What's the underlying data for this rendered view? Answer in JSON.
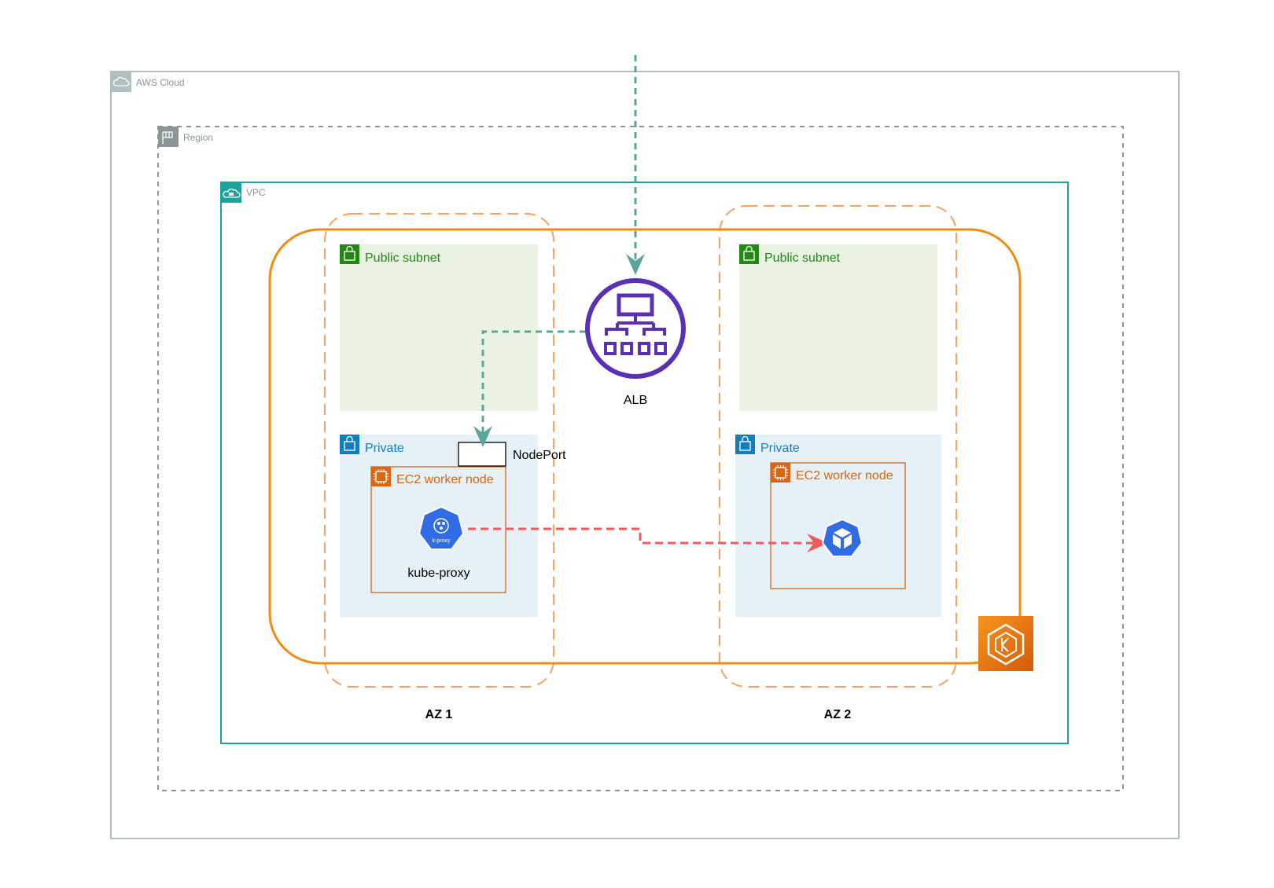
{
  "containers": {
    "aws_cloud": "AWS Cloud",
    "region": "Region",
    "vpc": "VPC"
  },
  "subnets": {
    "az1_public": "Public subnet",
    "az1_private": "Private",
    "az2_public": "Public subnet",
    "az2_private": "Private"
  },
  "nodes": {
    "az1_ec2": "EC2 worker node",
    "az2_ec2": "EC2 worker node",
    "kube_proxy_label": "kube-proxy",
    "kube_proxy_badge": "k-proxy",
    "nodeport_label": "NodePort",
    "alb_label": "ALB"
  },
  "zones": {
    "az1": "AZ 1",
    "az2": "AZ 2"
  },
  "icons": {
    "aws_cloud": "cloud-icon",
    "region": "flag-icon",
    "vpc": "vpc-cloud-lock-icon",
    "subnet": "padlock-icon",
    "ec2": "chip-icon",
    "alb": "load-balancer-icon",
    "kube_proxy": "kubernetes-kproxy-icon",
    "pod": "kubernetes-pod-cube-icon",
    "eks": "eks-icon"
  },
  "colors": {
    "aws_cloud_border": "#b0bec0",
    "region_border": "#8c9596",
    "vpc_border": "#1ca39b",
    "eks_cluster": "#f28b13",
    "az_border": "#f7a163",
    "public_fill": "#e9f2e3",
    "public_text": "#248814",
    "private_fill": "#e6f0f7",
    "private_text": "#147eba",
    "ec2_border": "#d86613",
    "alb": "#5a30b5",
    "traffic_teal": "#5aa79a",
    "traffic_red": "#f25b5b",
    "k8s_blue": "#326ce5"
  }
}
